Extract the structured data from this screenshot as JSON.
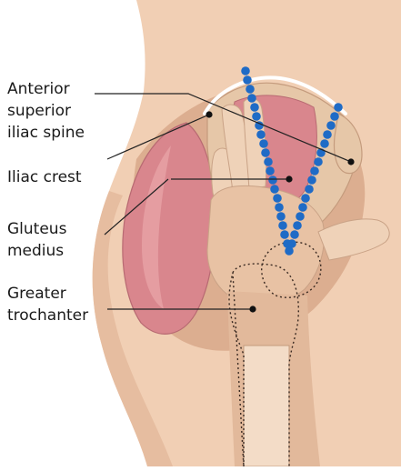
{
  "labels": {
    "asis_line1": "Anterior",
    "asis_line2": "superior",
    "asis_line3": "iliac spine",
    "iliac_crest": "Iliac crest",
    "gluteus_line1": "Gluteus",
    "gluteus_line2": "medius",
    "trochanter_line1": "Greater",
    "trochanter_line2": "trochanter"
  },
  "colors": {
    "skin": "#f1cfb4",
    "skin_shadow": "#e2b497",
    "bone": "#e6c7a8",
    "bone_dark": "#d2a98a",
    "muscle": "#d8868c",
    "muscle_light": "#e9a7aa",
    "dots": "#1f6bc6",
    "leader_lines": "#222222"
  }
}
